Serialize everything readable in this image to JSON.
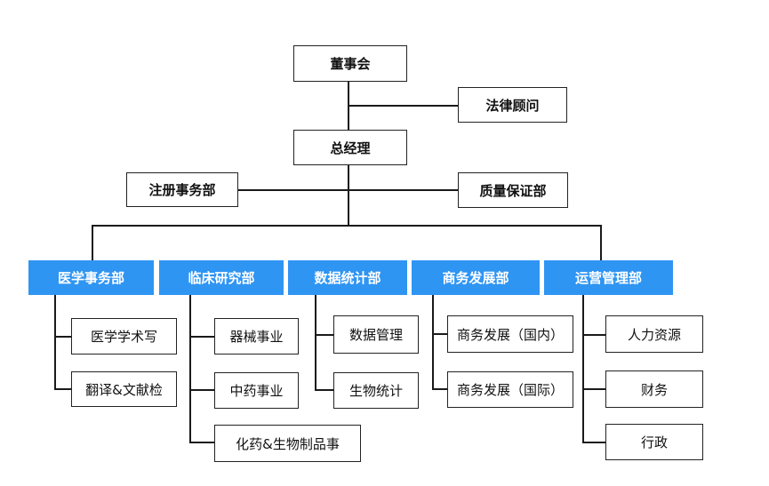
{
  "org": {
    "board": "董事会",
    "legal": "法律顾问",
    "gm": "总经理",
    "registration": "注册事务部",
    "quality": "质量保证部",
    "departments": {
      "medical": {
        "title": "医学事务部",
        "units": [
          "医学学术写",
          "翻译&文献检"
        ]
      },
      "clinical": {
        "title": "临床研究部",
        "units": [
          "器械事业",
          "中药事业",
          "化药&生物制品事"
        ]
      },
      "data": {
        "title": "数据统计部",
        "units": [
          "数据管理",
          "生物统计"
        ]
      },
      "business": {
        "title": "商务发展部",
        "units": [
          "商务发展（国内）",
          "商务发展（国际）"
        ]
      },
      "operations": {
        "title": "运营管理部",
        "units": [
          "人力资源",
          "财务",
          "行政"
        ]
      }
    }
  },
  "colors": {
    "department_fill": "#2f95f3",
    "department_text": "#ffffff",
    "line": "#1a1a1a",
    "box_border": "#222222"
  }
}
